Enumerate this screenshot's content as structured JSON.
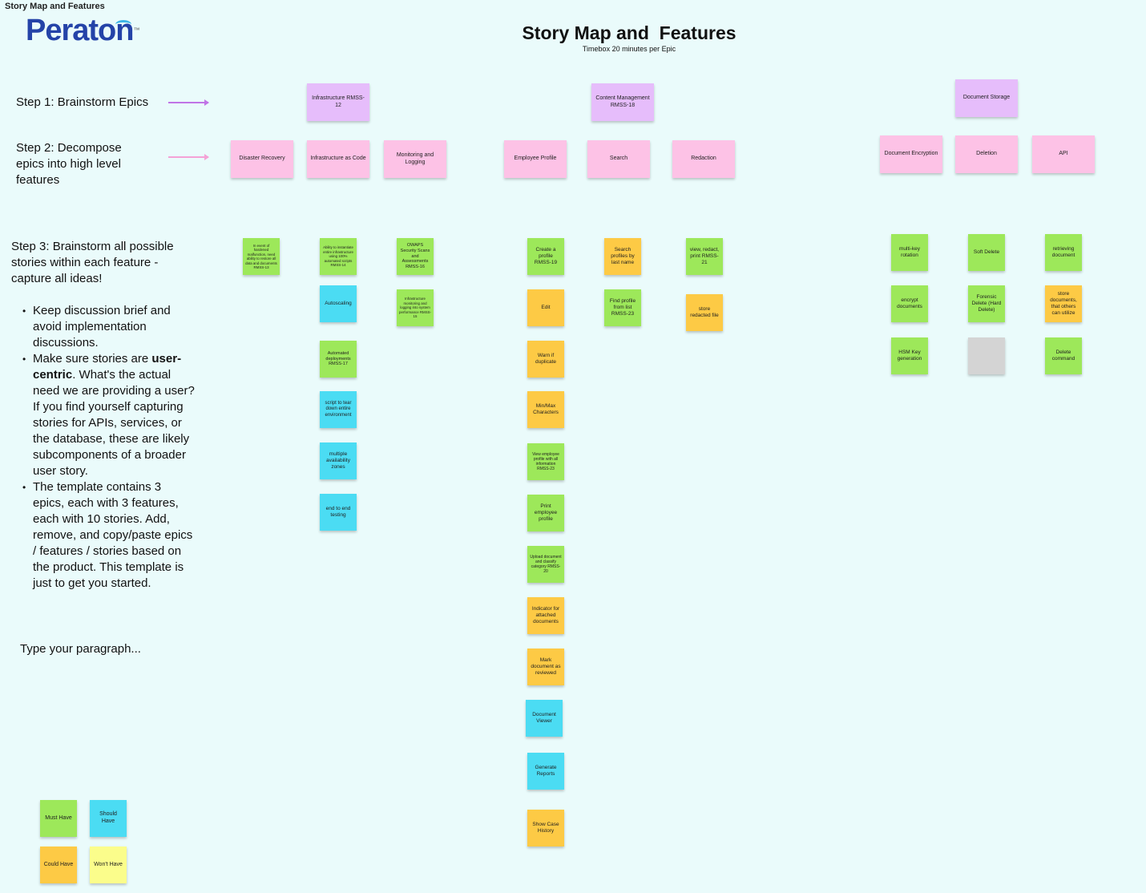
{
  "frame": {
    "title": "Story Map and Features"
  },
  "logo": {
    "text": "Peraton",
    "tm": "™"
  },
  "board": {
    "title": "Story Map and  Features",
    "subtitle": "Timebox 20 minutes per Epic"
  },
  "steps": {
    "step1": "Step 1: Brainstorm Epics",
    "step2": "Step 2: Decompose epics into high level features",
    "step3": "Step 3: Brainstorm all possible stories within each feature - capture all ideas!",
    "bullets": {
      "b1": "Keep discussion brief and avoid implementation discussions.",
      "b2_pre": "Make sure stories are ",
      "b2_bold": "user-centric",
      "b2_post": ". What's the actual need we are providing a user? If you find yourself capturing stories for APIs, services, or the database, these are likely subcomponents of a broader user story.",
      "b3": "The template contains 3 epics, each with 3 features, each with 10 stories. Add, remove, and copy/paste epics / features / stories based on the product. This template is just to get you started."
    },
    "paragraph": "Type your paragraph..."
  },
  "colors": {
    "pink": "#fdc2e6",
    "purple": "#e6bdfb",
    "green": "#9de85a",
    "blue": "#4bdcf3",
    "orange": "#fdca45",
    "yellow": "#fbfd8b",
    "gray": "#d4d4d4",
    "logo": "#2443a8"
  },
  "epics": [
    {
      "label": "Infrastructure RMSS-12"
    },
    {
      "label": "Content Management RMSS-18"
    },
    {
      "label": "Document Storage"
    }
  ],
  "features": [
    {
      "label": "Disaster Recovery"
    },
    {
      "label": "Infrastructure as Code"
    },
    {
      "label": "Monitoring and Logging"
    },
    {
      "label": "Employee Profile"
    },
    {
      "label": "Search"
    },
    {
      "label": "Redaction"
    },
    {
      "label": "Document Encryption"
    },
    {
      "label": "Deletion"
    },
    {
      "label": "API"
    }
  ],
  "stories": {
    "disaster_recovery": [
      {
        "label": "In event of hardened malfunction, need ability to restore all data and documents RMSS-13"
      }
    ],
    "infrastructure_as_code": [
      {
        "label": "Ability to instantiate entire infrastructure using 100% automated scripts RMSS-14"
      },
      {
        "label": "Autoscaling"
      },
      {
        "label": "Automated deployments RMSS-17"
      },
      {
        "label": "script to tear down entire environment"
      },
      {
        "label": "multiple availability zones"
      },
      {
        "label": "end to end testing"
      }
    ],
    "monitoring_and_logging": [
      {
        "label": "OWAPS Security Scans and Assessments RMSS-16"
      },
      {
        "label": "Infrastructure monitoring and logging into system performance RMSS-15"
      }
    ],
    "employee_profile": [
      {
        "label": "Create a profile RMSS-19"
      },
      {
        "label": "Edit"
      },
      {
        "label": "Warn if duplicate"
      },
      {
        "label": "Min/Max Characters"
      },
      {
        "label": "View employee profile with all information RMSS-23"
      },
      {
        "label": "Print employee profile"
      },
      {
        "label": "Upload document and classify category RMSS-20"
      },
      {
        "label": "Indicator for attached documents"
      },
      {
        "label": "Mark document as reviewed"
      },
      {
        "label": "Document Viewer"
      },
      {
        "label": "Generate Reports"
      },
      {
        "label": "Show Case History"
      }
    ],
    "search": [
      {
        "label": "Search profiles by last name"
      },
      {
        "label": "Find profile from list RMSS-23"
      }
    ],
    "redaction": [
      {
        "label": "view, redact, print RMSS-21"
      },
      {
        "label": "store redacted file"
      }
    ],
    "document_encryption": [
      {
        "label": "multi-key rotation"
      },
      {
        "label": "encrypt documents"
      },
      {
        "label": "HSM Key generation"
      }
    ],
    "deletion": [
      {
        "label": "Soft Delete"
      },
      {
        "label": "Forensic Delete (Hard Delete)"
      },
      {
        "label": ""
      }
    ],
    "api": [
      {
        "label": "retrieving document"
      },
      {
        "label": "store documents, that others can utilize"
      },
      {
        "label": "Delete command"
      }
    ]
  },
  "legend": [
    {
      "label": "Must Have"
    },
    {
      "label": "Should Have"
    },
    {
      "label": "Could Have"
    },
    {
      "label": "Won't Have"
    }
  ]
}
